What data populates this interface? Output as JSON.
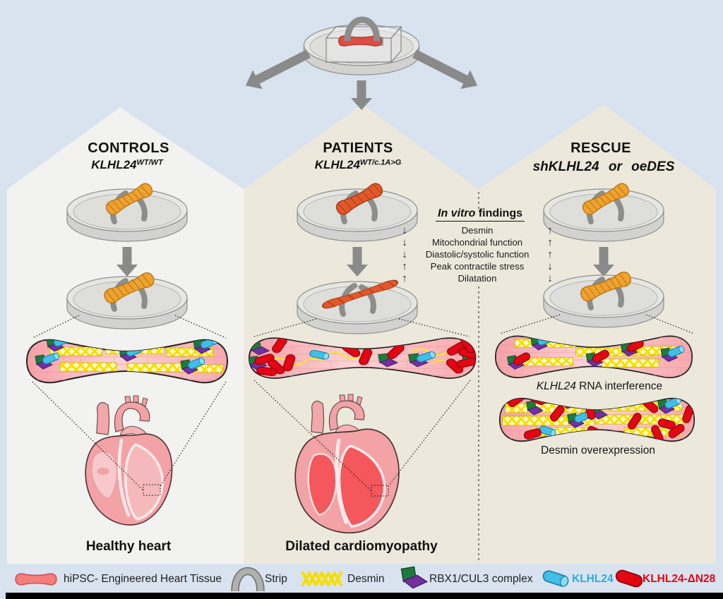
{
  "columns": {
    "controls": {
      "title": "CONTROLS",
      "gene": "KLHL24",
      "allele": "WT/WT",
      "bottom_label": "Healthy heart"
    },
    "patients": {
      "title": "PATIENTS",
      "gene": "KLHL24",
      "allele": "WT/c.1A>G",
      "bottom_label": "Dilated cardiomyopathy"
    },
    "rescue": {
      "title": "RESCUE",
      "subtitle": "shKLHL24 or oeDES",
      "tissue_rnai_gene": "KLHL24",
      "tissue_rnai_rest": " RNA interference",
      "tissue_oedes_label": "Desmin overexpression"
    }
  },
  "findings": {
    "title_italic": "In vitro",
    "title_rest": " findings",
    "rows": [
      {
        "label": "Desmin",
        "patients_arrow": "↓",
        "rescue_arrow": "↑"
      },
      {
        "label": "Mitochondrial function",
        "patients_arrow": "↓",
        "rescue_arrow": "↑"
      },
      {
        "label": "Diastolic/systolic function",
        "patients_arrow": "↓",
        "rescue_arrow": "↑"
      },
      {
        "label": "Peak contractile stress",
        "patients_arrow": "↑",
        "rescue_arrow": "↓"
      },
      {
        "label": "Dilatation",
        "patients_arrow": "↑",
        "rescue_arrow": "↓"
      }
    ]
  },
  "legend": {
    "items": [
      {
        "icon": "eht-icon",
        "label": "hiPSC- Engineered Heart Tissue"
      },
      {
        "icon": "strip-icon",
        "label": "Strip"
      },
      {
        "icon": "desmin-icon",
        "label": "Desmin"
      },
      {
        "icon": "rbx1-cul3-icon",
        "label": "RBX1/CUL3 complex"
      },
      {
        "icon": "klhl24-icon",
        "label": "KLHL24"
      },
      {
        "icon": "klhl24-dn28-icon",
        "label": "KLHL24-ΔN28"
      }
    ]
  },
  "colors": {
    "background": "#d9e3f0",
    "controls_panel": "#f2f2f0",
    "treated_panel": "#ece9dc",
    "klhl24_cyan": "#29abe2",
    "klhl24_dn28_red": "#e30613",
    "desmin_yellow": "#f6de00",
    "rbx1_green": "#1e7a3c",
    "cul3_purple": "#7030a0",
    "eht_pink": "#f47d7d",
    "eht_healthy_orange": "#f0a231",
    "eht_patient_orange": "#e2582a",
    "arrow_gray": "#8a8a8a"
  }
}
